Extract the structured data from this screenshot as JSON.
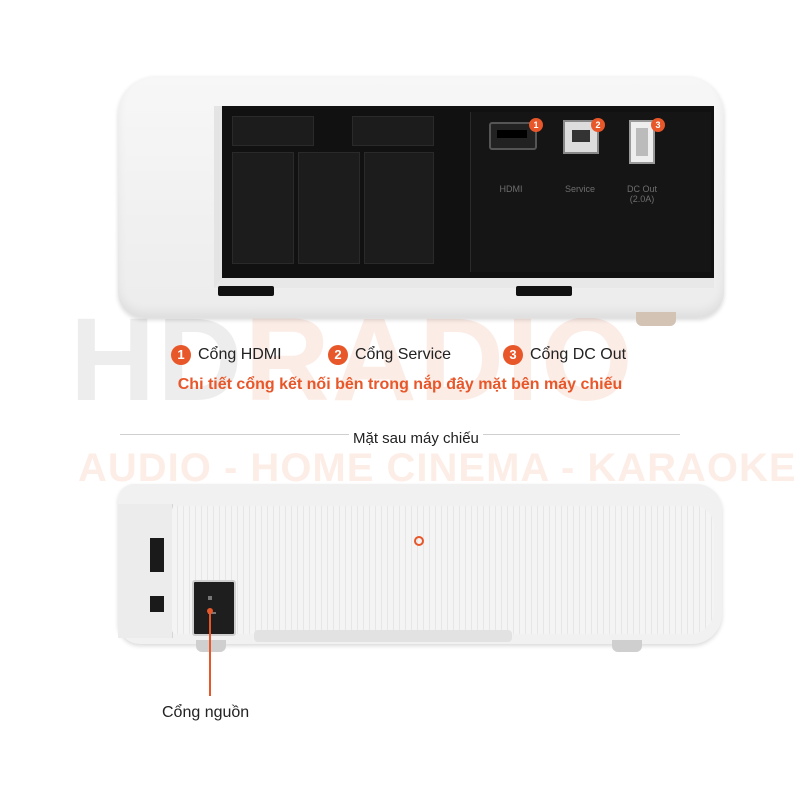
{
  "watermark": {
    "brand_hd": "HD",
    "brand_radio": "RADIO",
    "tagline": "AUDIO - HOME CINEMA - KARAOKE"
  },
  "top_device": {
    "port_labels": {
      "hdmi": "HDMI",
      "service": "Service",
      "dc_out_line1": "DC Out",
      "dc_out_line2": "(2.0A)"
    }
  },
  "legend": {
    "items": [
      {
        "num": "1",
        "label": "Cổng HDMI"
      },
      {
        "num": "2",
        "label": "Cổng Service"
      },
      {
        "num": "3",
        "label": "Cổng DC Out"
      }
    ],
    "caption": "Chi tiết cổng kết nối bên trong nắp đậy mặt bên máy chiếu"
  },
  "bottom_device": {
    "back_label": "Mặt sau máy chiếu",
    "power_label": "Cổng nguồn"
  },
  "colors": {
    "accent": "#e8572a",
    "text": "#222222",
    "device": "#f1f1f1",
    "panel": "#111111"
  }
}
